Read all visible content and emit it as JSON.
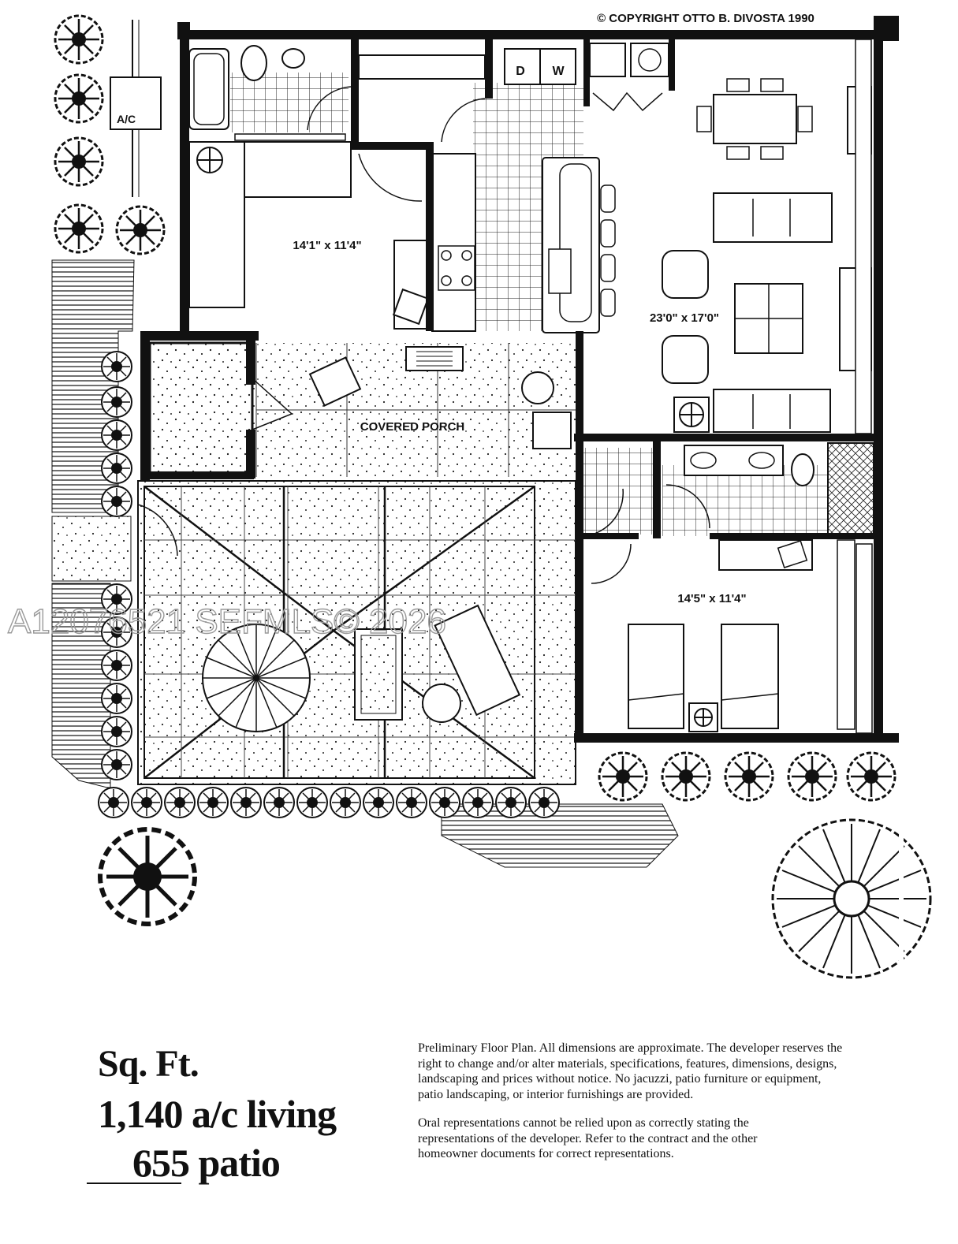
{
  "copyright": "© COPYRIGHT OTTO B. DIVOSTA 1990",
  "watermark": "A12076521 SEFMLS© 2026",
  "labels": {
    "ac_unit": "A/C",
    "dryer": "D",
    "washer": "W",
    "bedroom1_dim": "14'1\" x 11'4\"",
    "living_dim": "23'0\" x 17'0\"",
    "covered_porch": "COVERED PORCH",
    "bedroom2_dim": "14'5\" x 11'4\""
  },
  "summary": {
    "heading": "Sq. Ft.",
    "living": "1,140 a/c living",
    "patio": "655 patio"
  },
  "disclaimer": {
    "para1": "Preliminary Floor Plan. All dimensions are approximate. The developer reserves the right to change and/or alter materials, specifications, features, dimensions, designs, landscaping and prices without notice. No jacuzzi, patio furniture or equipment, patio landscaping, or interior furnishings are provided.",
    "para2": "Oral representations cannot be relied upon as correctly stating the representations of the developer. Refer to the contract and the other homeowner documents for correct representations."
  }
}
